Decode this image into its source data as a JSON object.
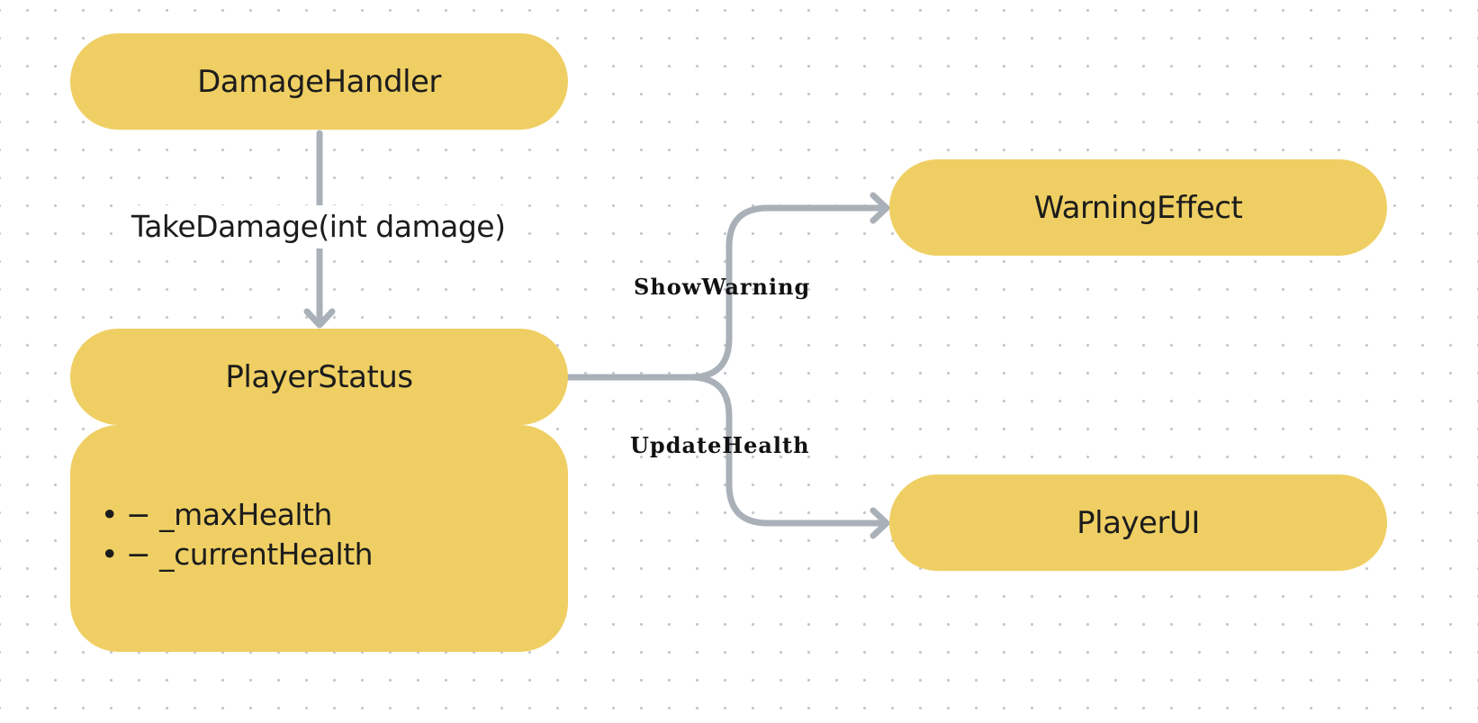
{
  "colors": {
    "node_fill": "#efcf63",
    "edge_stroke": "#a9b0b8",
    "text": "#1c1c1c",
    "grid_dot": "#c4c8cd",
    "background": "#ffffff"
  },
  "nodes": {
    "damage_handler": "DamageHandler",
    "player_status": "PlayerStatus",
    "warning_effect": "WarningEffect",
    "player_ui": "PlayerUI"
  },
  "player_status_fields": [
    {
      "bullet": "•",
      "text": "− _maxHealth"
    },
    {
      "bullet": "•",
      "text": "− _currentHealth"
    }
  ],
  "edges": [
    {
      "from": "DamageHandler",
      "to": "PlayerStatus",
      "label": "TakeDamage(int damage)"
    },
    {
      "from": "PlayerStatus",
      "to": "WarningEffect",
      "label": "ShowWarning"
    },
    {
      "from": "PlayerStatus",
      "to": "PlayerUI",
      "label": "UpdateHealth"
    }
  ]
}
